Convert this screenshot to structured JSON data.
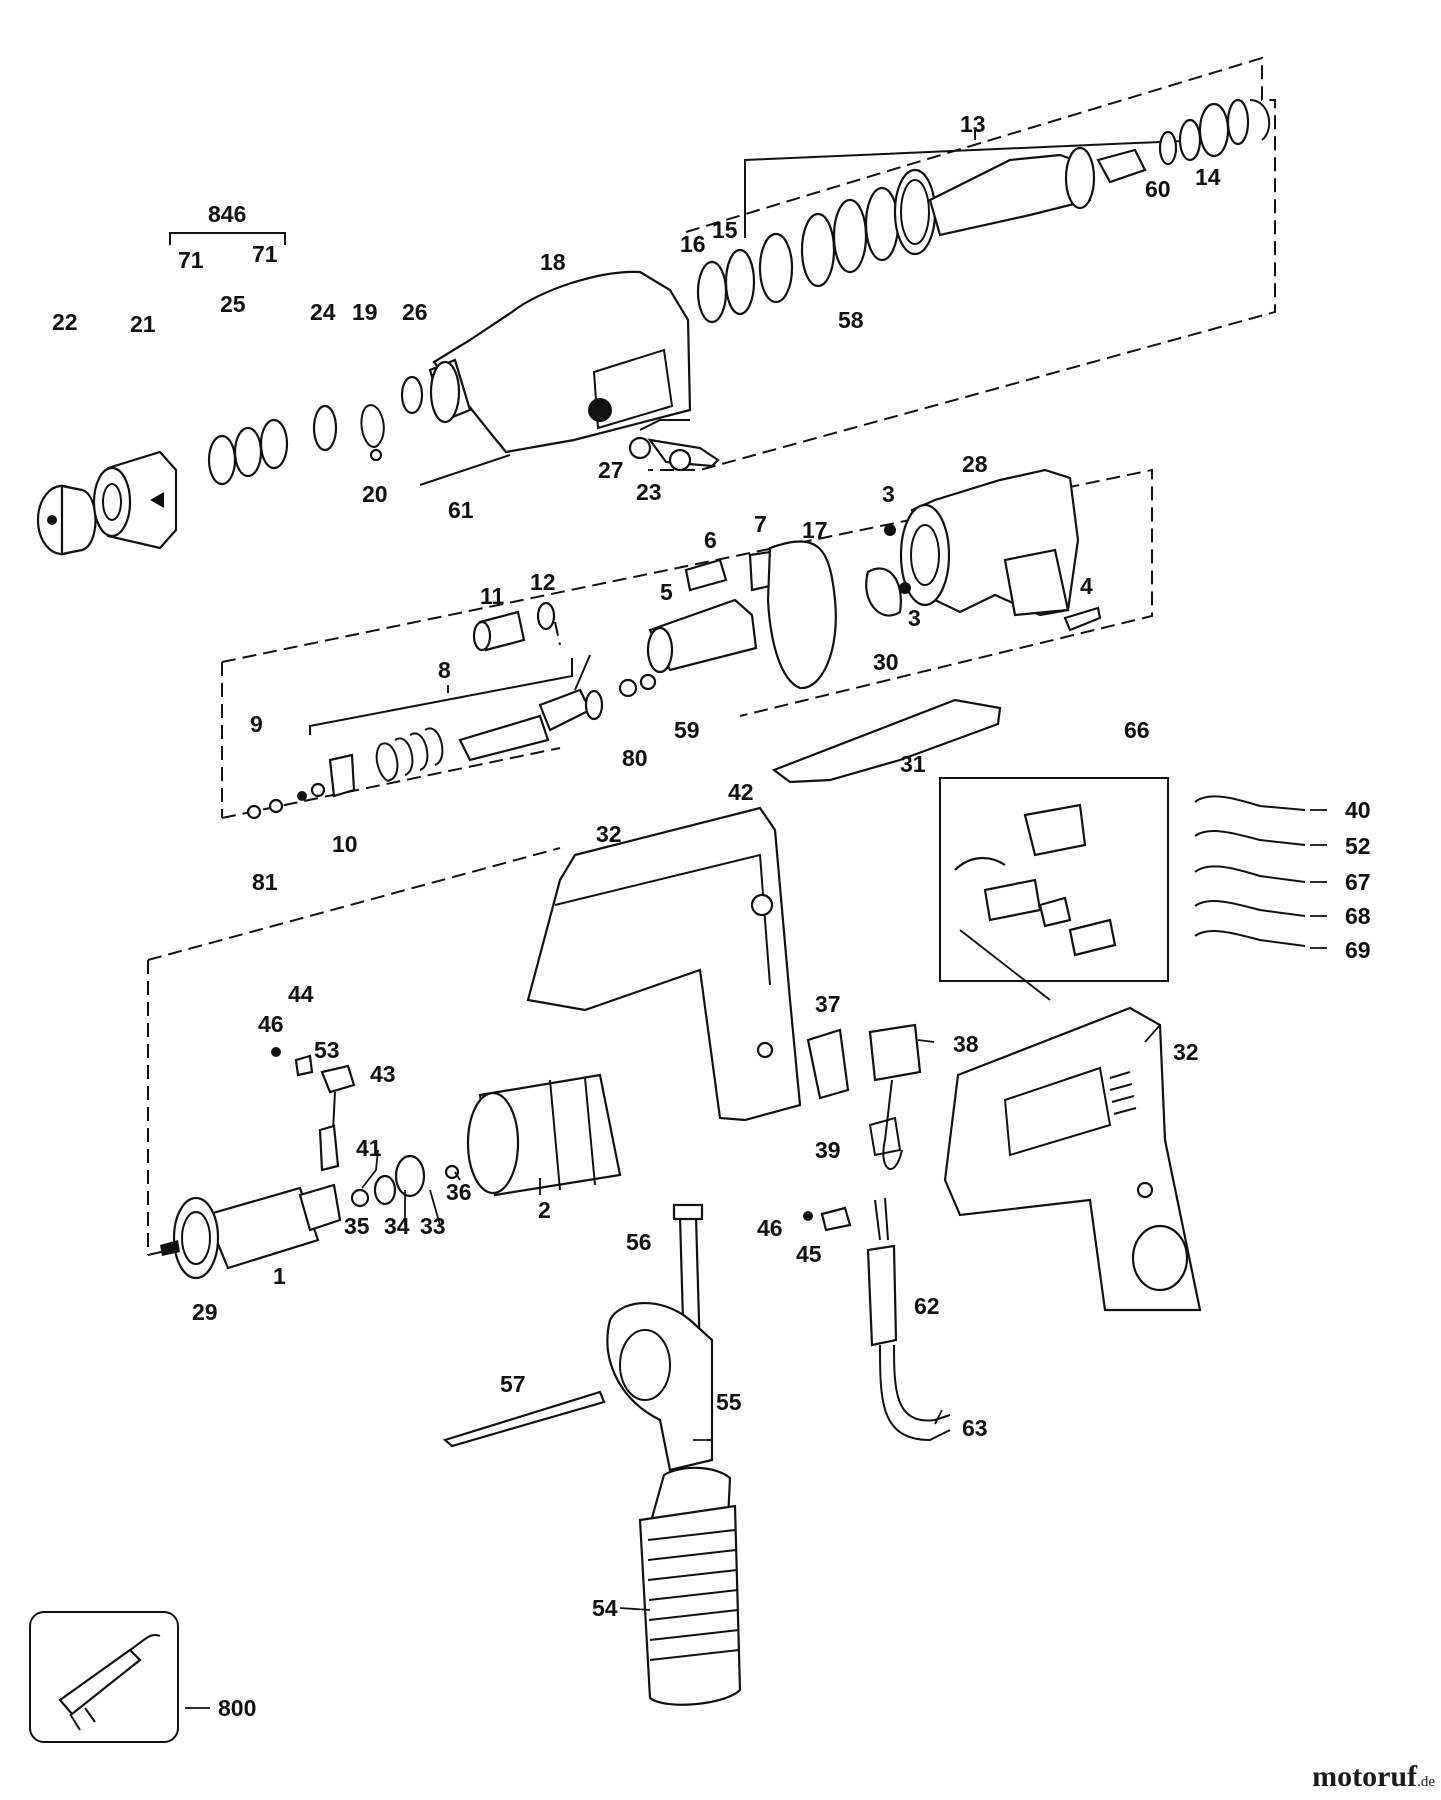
{
  "diagram": {
    "part_labels": [
      "13",
      "14",
      "60",
      "846",
      "71",
      "71",
      "16",
      "15",
      "18",
      "58",
      "22",
      "21",
      "25",
      "24",
      "19",
      "26",
      "27",
      "23",
      "20",
      "61",
      "28",
      "3",
      "6",
      "7",
      "17",
      "4",
      "5",
      "11",
      "12",
      "3",
      "30",
      "8",
      "59",
      "80",
      "9",
      "10",
      "81",
      "66",
      "42",
      "31",
      "32",
      "40",
      "52",
      "67",
      "68",
      "69",
      "44",
      "46",
      "53",
      "43",
      "37",
      "38",
      "32",
      "41",
      "39",
      "36",
      "35",
      "34",
      "33",
      "2",
      "1",
      "29",
      "56",
      "46",
      "45",
      "62",
      "57",
      "55",
      "63",
      "54",
      "800"
    ]
  },
  "watermark": {
    "brand": "motoruf",
    "tld": ".de"
  }
}
